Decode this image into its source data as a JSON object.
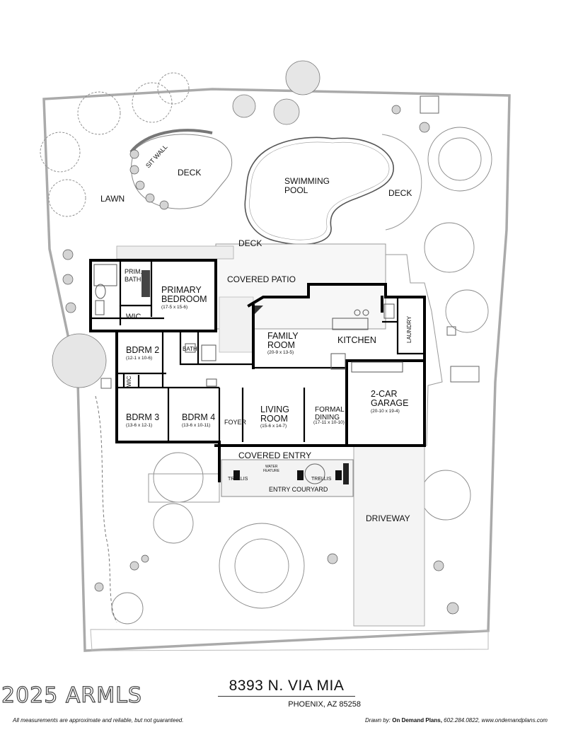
{
  "labels": {
    "lawn": "LAWN",
    "sit_wall": "SIT WALL",
    "deck_left": "DECK",
    "pool_line1": "SWIMMING",
    "pool_line2": "POOL",
    "deck_right": "DECK",
    "deck_bottom": "DECK",
    "covered_patio": "COVERED PATIO",
    "prim_bath_1": "PRIM.",
    "prim_bath_2": "BATH",
    "primary_1": "PRIMARY",
    "primary_2": "BEDROOM",
    "primary_dim": "(17-5 x 15-6)",
    "wic_primary": "WIC",
    "bath": "BATH",
    "bdrm2": "BDRM 2",
    "bdrm2_dim": "(12-1 x 10-6)",
    "wic_small": "WIC",
    "family_1": "FAMILY",
    "family_2": "ROOM",
    "family_dim": "(20-9 x 13-5)",
    "kitchen": "KITCHEN",
    "laundry": "LAUNDRY",
    "garage_1": "2-CAR",
    "garage_2": "GARAGE",
    "garage_dim": "(20-10 x 19-4)",
    "bdrm3": "BDRM 3",
    "bdrm3_dim": "(13-6 x 12-1)",
    "bdrm4": "BDRM 4",
    "bdrm4_dim": "(13-6 x 10-11)",
    "foyer": "FOYER",
    "living_1": "LIVING",
    "living_2": "ROOM",
    "living_dim": "(15-6 x 14-7)",
    "dining_1": "FORMAL",
    "dining_2": "DINING",
    "dining_dim": "(17-11 x 10-10)",
    "covered_entry": "COVERED ENTRY",
    "water_1": "WATER",
    "water_2": "FEATURE",
    "trellis_left": "TRELLIS",
    "trellis_right": "TRELLIS",
    "entry_courtyard": "ENTRY COURYARD",
    "driveway": "DRIVEWAY"
  },
  "footer": {
    "address": "8393 N. VIA MIA",
    "city": "PHOENIX, AZ 85258",
    "watermark": "2025 ARMLS",
    "disclaimer": "All measurements are approximate and reliable, but not guaranteed.",
    "drawn_by_label": "Drawn by:",
    "drawn_by_company": "On Demand Plans,",
    "drawn_by_contact": "602.284.0822, www.ondemandplans.com"
  }
}
